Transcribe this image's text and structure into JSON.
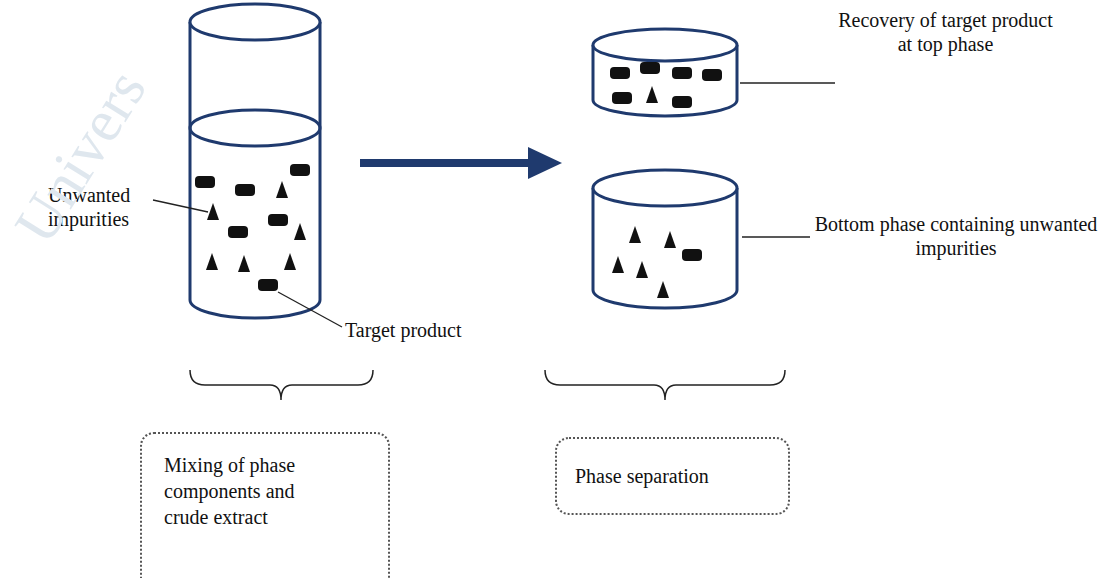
{
  "diagram": {
    "nodes": [
      {
        "text": [
          "Mixing of phase components and crude extract"
        ]
      },
      {
        "text": [
          "Phase separation"
        ]
      }
    ],
    "labels": [
      "Recovery of target product at top phase",
      "Unwanted impurities",
      "Bottom phase containing unwanted impurities",
      "Target product",
      "Univers"
    ]
  }
}
